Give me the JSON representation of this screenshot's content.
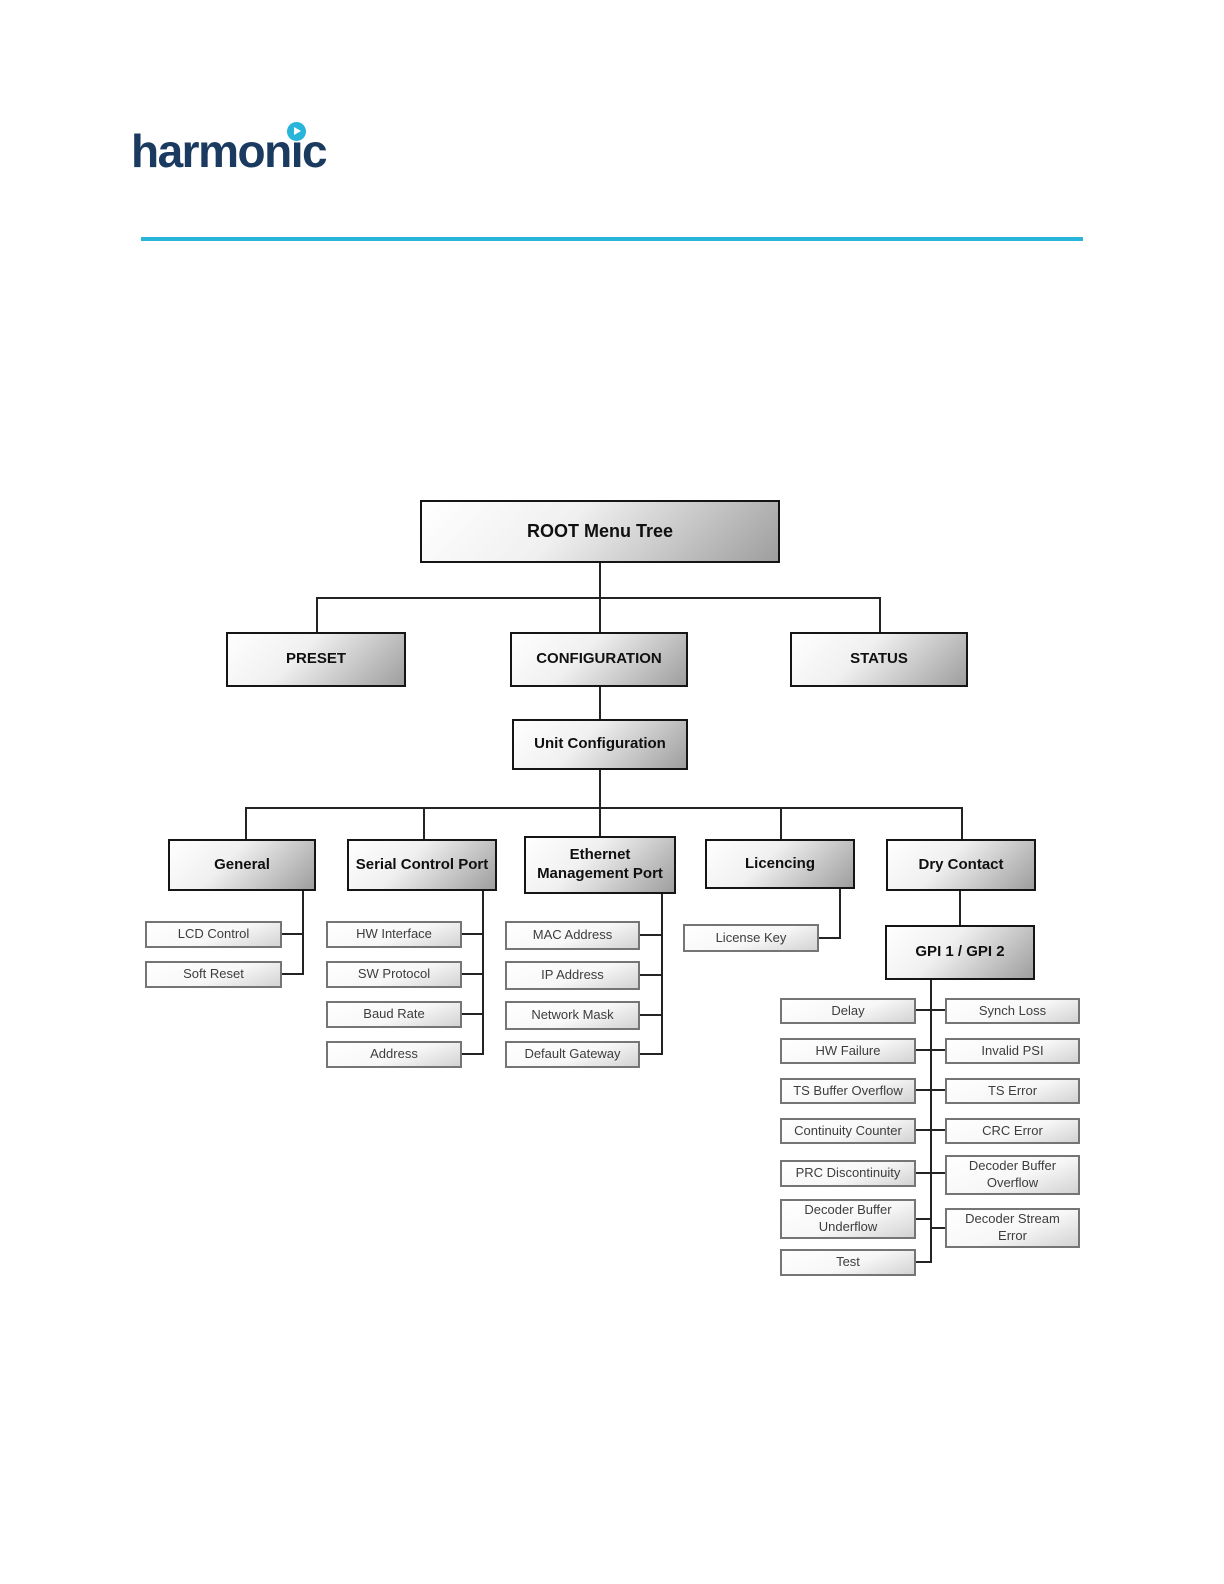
{
  "logo": {
    "full_text": "harmonic",
    "part_before_i": "harmon",
    "dotless_i": "ı",
    "part_after_i": "c",
    "play_icon": "play-icon",
    "navy_color": "#1b3a5f",
    "cyan_color": "#29b5d9"
  },
  "divider": {
    "color": "#29b5d9"
  },
  "diagram": {
    "type": "tree",
    "nodes": {
      "root": {
        "label": "ROOT Menu Tree"
      },
      "preset": {
        "label": "PRESET"
      },
      "configuration": {
        "label": "CONFIGURATION"
      },
      "status": {
        "label": "STATUS"
      },
      "unit_configuration": {
        "label": "Unit Configuration"
      },
      "general": {
        "label": "General"
      },
      "serial_control_port": {
        "label": "Serial Control Port"
      },
      "ethernet_management_port": {
        "label": "Ethernet Management Port"
      },
      "licencing": {
        "label": "Licencing"
      },
      "dry_contact": {
        "label": "Dry Contact"
      },
      "gpi": {
        "label": "GPI 1 / GPI 2"
      },
      "lcd_control": {
        "label": "LCD Control"
      },
      "soft_reset": {
        "label": "Soft Reset"
      },
      "hw_interface": {
        "label": "HW Interface"
      },
      "sw_protocol": {
        "label": "SW Protocol"
      },
      "baud_rate": {
        "label": "Baud Rate"
      },
      "address": {
        "label": "Address"
      },
      "mac_address": {
        "label": "MAC Address"
      },
      "ip_address": {
        "label": "IP Address"
      },
      "network_mask": {
        "label": "Network Mask"
      },
      "default_gateway": {
        "label": "Default Gateway"
      },
      "license_key": {
        "label": "License Key"
      },
      "delay": {
        "label": "Delay"
      },
      "synch_loss": {
        "label": "Synch Loss"
      },
      "hw_failure": {
        "label": "HW Failure"
      },
      "invalid_psi": {
        "label": "Invalid PSI"
      },
      "ts_buffer_overflow": {
        "label": "TS Buffer Overflow"
      },
      "ts_error": {
        "label": "TS Error"
      },
      "continuity_counter": {
        "label": "Continuity Counter"
      },
      "crc_error": {
        "label": "CRC Error"
      },
      "prc_discontinuity": {
        "label": "PRC Discontinuity"
      },
      "decoder_buffer_overflow": {
        "label": "Decoder Buffer Overflow"
      },
      "decoder_buffer_underflow": {
        "label": "Decoder Buffer Underflow"
      },
      "decoder_stream_error": {
        "label": "Decoder Stream Error"
      },
      "test": {
        "label": "Test"
      }
    },
    "hierarchy": {
      "ROOT Menu Tree": [
        "PRESET",
        "CONFIGURATION",
        "STATUS"
      ],
      "CONFIGURATION": [
        "Unit Configuration"
      ],
      "Unit Configuration": [
        "General",
        "Serial Control Port",
        "Ethernet Management Port",
        "Licencing",
        "Dry Contact"
      ],
      "General": [
        "LCD Control",
        "Soft Reset"
      ],
      "Serial Control Port": [
        "HW Interface",
        "SW Protocol",
        "Baud Rate",
        "Address"
      ],
      "Ethernet Management Port": [
        "MAC Address",
        "IP Address",
        "Network Mask",
        "Default Gateway"
      ],
      "Licencing": [
        "License Key"
      ],
      "Dry Contact": [
        "GPI 1 / GPI 2"
      ],
      "GPI 1 / GPI 2": [
        "Delay",
        "Synch Loss",
        "HW Failure",
        "Invalid PSI",
        "TS Buffer Overflow",
        "TS Error",
        "Continuity Counter",
        "CRC Error",
        "PRC Discontinuity",
        "Decoder Buffer Overflow",
        "Decoder Buffer Underflow",
        "Decoder Stream Error",
        "Test"
      ]
    },
    "line_color": "#232323"
  }
}
